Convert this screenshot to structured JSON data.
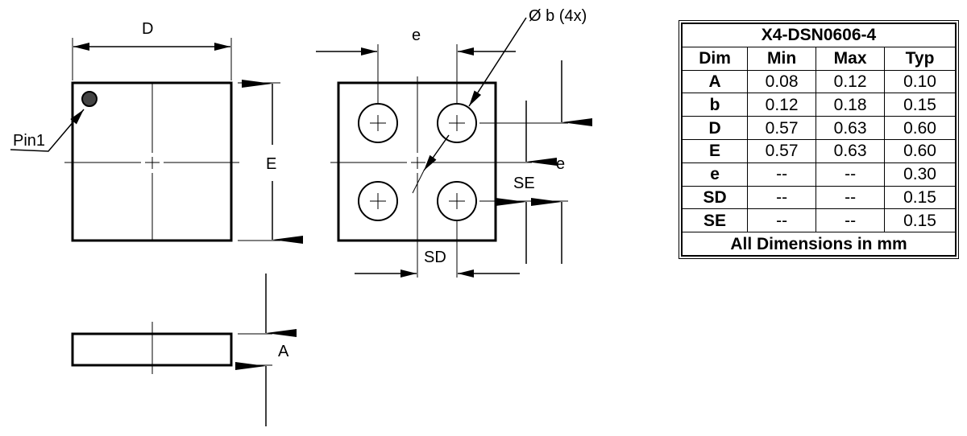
{
  "labels": {
    "d_top": "D",
    "e_left": "E",
    "pin1": "Pin1",
    "pitch_top": "e",
    "ball_dia": "Ø b (4x)",
    "pitch_right": "e",
    "se": "SE",
    "sd": "SD",
    "a": "A"
  },
  "table": {
    "title": "X4-DSN0606-4",
    "headers": [
      "Dim",
      "Min",
      "Max",
      "Typ"
    ],
    "rows": [
      [
        "A",
        "0.08",
        "0.12",
        "0.10"
      ],
      [
        "b",
        "0.12",
        "0.18",
        "0.15"
      ],
      [
        "D",
        "0.57",
        "0.63",
        "0.60"
      ],
      [
        "E",
        "0.57",
        "0.63",
        "0.60"
      ],
      [
        "e",
        "--",
        "--",
        "0.30"
      ],
      [
        "SD",
        "--",
        "--",
        "0.15"
      ],
      [
        "SE",
        "--",
        "--",
        "0.15"
      ]
    ],
    "footer": "All Dimensions in mm"
  }
}
